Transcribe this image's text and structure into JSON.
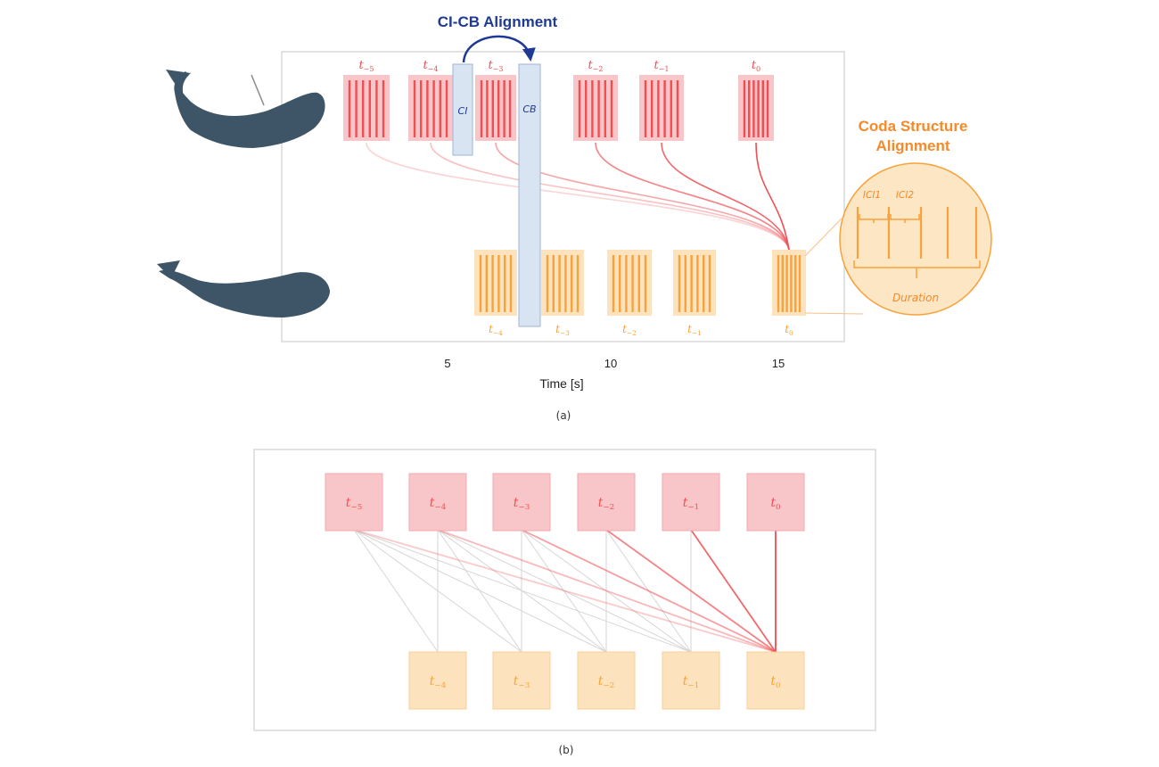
{
  "panel_a": {
    "title_ci_cb": "CI-CB Alignment",
    "ci_label": "CI",
    "cb_label": "CB",
    "coda_title_line1": "Coda Structure",
    "coda_title_line2": "Alignment",
    "ici1_label": "ICI1",
    "ici2_label": "ICI2",
    "duration_label": "Duration",
    "x_axis_title": "Time [s]",
    "x_ticks": [
      "5",
      "10",
      "15"
    ],
    "caption": "(a)",
    "top_codas": [
      {
        "sym": "t",
        "sub": "−5"
      },
      {
        "sym": "t",
        "sub": "−4"
      },
      {
        "sym": "t",
        "sub": "−3"
      },
      {
        "sym": "t",
        "sub": "−2"
      },
      {
        "sym": "t",
        "sub": "−1"
      },
      {
        "sym": "t",
        "sub": "0"
      }
    ],
    "bottom_codas": [
      {
        "sym": "t",
        "sub": "−4"
      },
      {
        "sym": "t",
        "sub": "−3"
      },
      {
        "sym": "t",
        "sub": "−2"
      },
      {
        "sym": "t",
        "sub": "−1"
      },
      {
        "sym": "t",
        "sub": "0"
      }
    ]
  },
  "panel_b": {
    "caption": "(b)",
    "top_nodes": [
      {
        "sym": "t",
        "sub": "−5"
      },
      {
        "sym": "t",
        "sub": "−4"
      },
      {
        "sym": "t",
        "sub": "−3"
      },
      {
        "sym": "t",
        "sub": "−2"
      },
      {
        "sym": "t",
        "sub": "−1"
      },
      {
        "sym": "t",
        "sub": "0"
      }
    ],
    "bottom_nodes": [
      {
        "sym": "t",
        "sub": "−4"
      },
      {
        "sym": "t",
        "sub": "−3"
      },
      {
        "sym": "t",
        "sub": "−2"
      },
      {
        "sym": "t",
        "sub": "−1"
      },
      {
        "sym": "t",
        "sub": "0"
      }
    ]
  },
  "colors": {
    "red": "#ef4e52",
    "red_fill": "#f8c6c8",
    "orange": "#f7a23b",
    "orange_fill": "#fde3bd",
    "orange_text": "#f58a2a",
    "navy": "#1f3a93",
    "ci_cb_fill": "#d9e4f2",
    "ci_cb_stroke": "#9fb5d3",
    "frame": "#cfcfcf",
    "whale": "#3d5566"
  }
}
